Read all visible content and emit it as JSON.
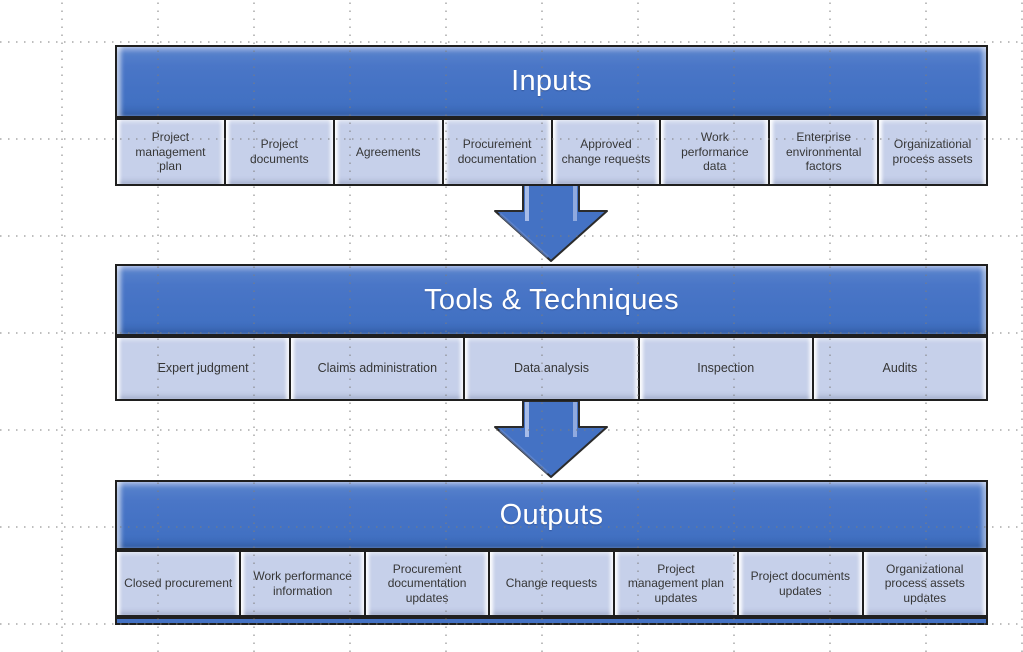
{
  "diagram": {
    "sections": [
      {
        "title": "Inputs",
        "items": [
          "Project management plan",
          "Project documents",
          "Agreements",
          "Procurement documentation",
          "Approved change requests",
          "Work performance data",
          "Enterprise environmental factors",
          "Organizational process assets"
        ]
      },
      {
        "title": "Tools & Techniques",
        "items": [
          "Expert judgment",
          "Claims administration",
          "Data analysis",
          "Inspection",
          "Audits"
        ]
      },
      {
        "title": "Outputs",
        "items": [
          "Closed procurement",
          "Work performance information",
          "Procurement documentation updates",
          "Change requests",
          "Project management plan updates",
          "Project documents updates",
          "Organizational process assets updates"
        ]
      }
    ],
    "connectors": [
      {
        "icon": "down-arrow"
      },
      {
        "icon": "down-arrow"
      }
    ],
    "colors": {
      "banner_fill": "#4472C4",
      "box_fill": "#C6D0EA",
      "outline": "#1F1F1F",
      "title_text": "#FFFFFF",
      "item_text": "#363636",
      "arrow_fill": "#4472C4",
      "grid_dots": "#7D7D7D"
    }
  }
}
